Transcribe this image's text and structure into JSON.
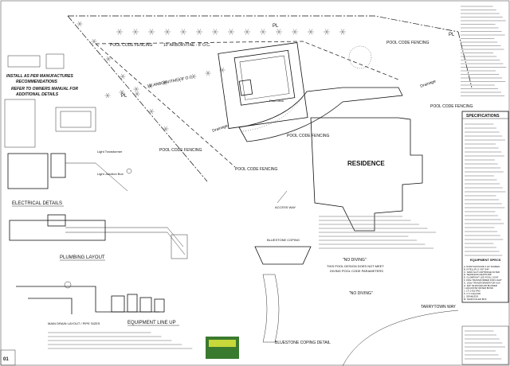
{
  "labels": {
    "arborvitae_top": "10' ARBORVITAE - 8' O.C.",
    "arborvitae_mid": "10' ARBORVITAE - 8' O.C.",
    "pool_code_fencing": "POOL CODE FENCING",
    "pool_code_fencing_2": "POOL CODE FENCING",
    "pool_code_fencing_3": "POOL CODE FENCING",
    "pool_code_fencing_4": "POOL CODE FENCING",
    "pool_code_fencing_5": "POOL CODE FENCING",
    "pool_code_fencing_6": "POOL CODE FENCING",
    "residence": "RESIDENCE",
    "drainage": "Drainage",
    "drainage_2": "Drainage",
    "access_way": "ACCESS WAY",
    "pl_marker": "PL",
    "install_note_1": "INSTALL AS PER MANUFACTURES",
    "install_note_2": "RECOMMENDATIONS",
    "refer_note_1": "REFER TO OWNERS MANUAL FOR",
    "refer_note_2": "ADDITIONAL DETAILS",
    "electrical_details": "ELECTRICAL DETAILS",
    "plumbing_layout": "PLUMBING LAYOUT",
    "equipment_line_up": "EQUIPMENT LINE UP",
    "bluestone_coping_detail": "BLUESTONE COPING DETAIL",
    "bluestone_coping": "BLUESTONE COPING",
    "no_diving": "\"NO DIVING\"",
    "no_diving_2": "\"NO DIVING\"",
    "pool_design_note_1": "THIS POOL DESIGN DOES NOT MEET",
    "pool_design_note_2": "DIVING POOL CODE PARAMETERS",
    "street": "TARRYTOWN WAY",
    "specifications": "SPECIFICATIONS",
    "equipment_specs": "EQUIPMENT SPECS",
    "main_drain_note": "MAIN DRAIN LAYOUT / PIPE SIZES",
    "light_transformer": "Light Transformer",
    "light_junction_box": "Light Junction Box",
    "pool_deck": "Pool Deck",
    "sheet_number": "01"
  },
  "equipment_list": [
    "RAINTHOUSAND 4 HV SCREEN",
    "INTELLIFLO VSF 3HP",
    "SAND GLP CARTRIDGE FILTER",
    "SEAMLESS HEATPUMP",
    "GLOBRIGHT LED POOL LIGHT",
    "150w TRANSFORMER FOR LIGHT",
    "150w TRANSFORMER FOR AUX",
    "3HP SILENCER AIR BLOWER",
    "AQUASTAR WATER BOND",
    "2 X 2 EQ PAD",
    "2 X 3 EQ PAD",
    "SEAMLESS",
    "SAND FILLED BOX"
  ],
  "scale_labels": [
    "SCALE",
    "N.T.S"
  ]
}
